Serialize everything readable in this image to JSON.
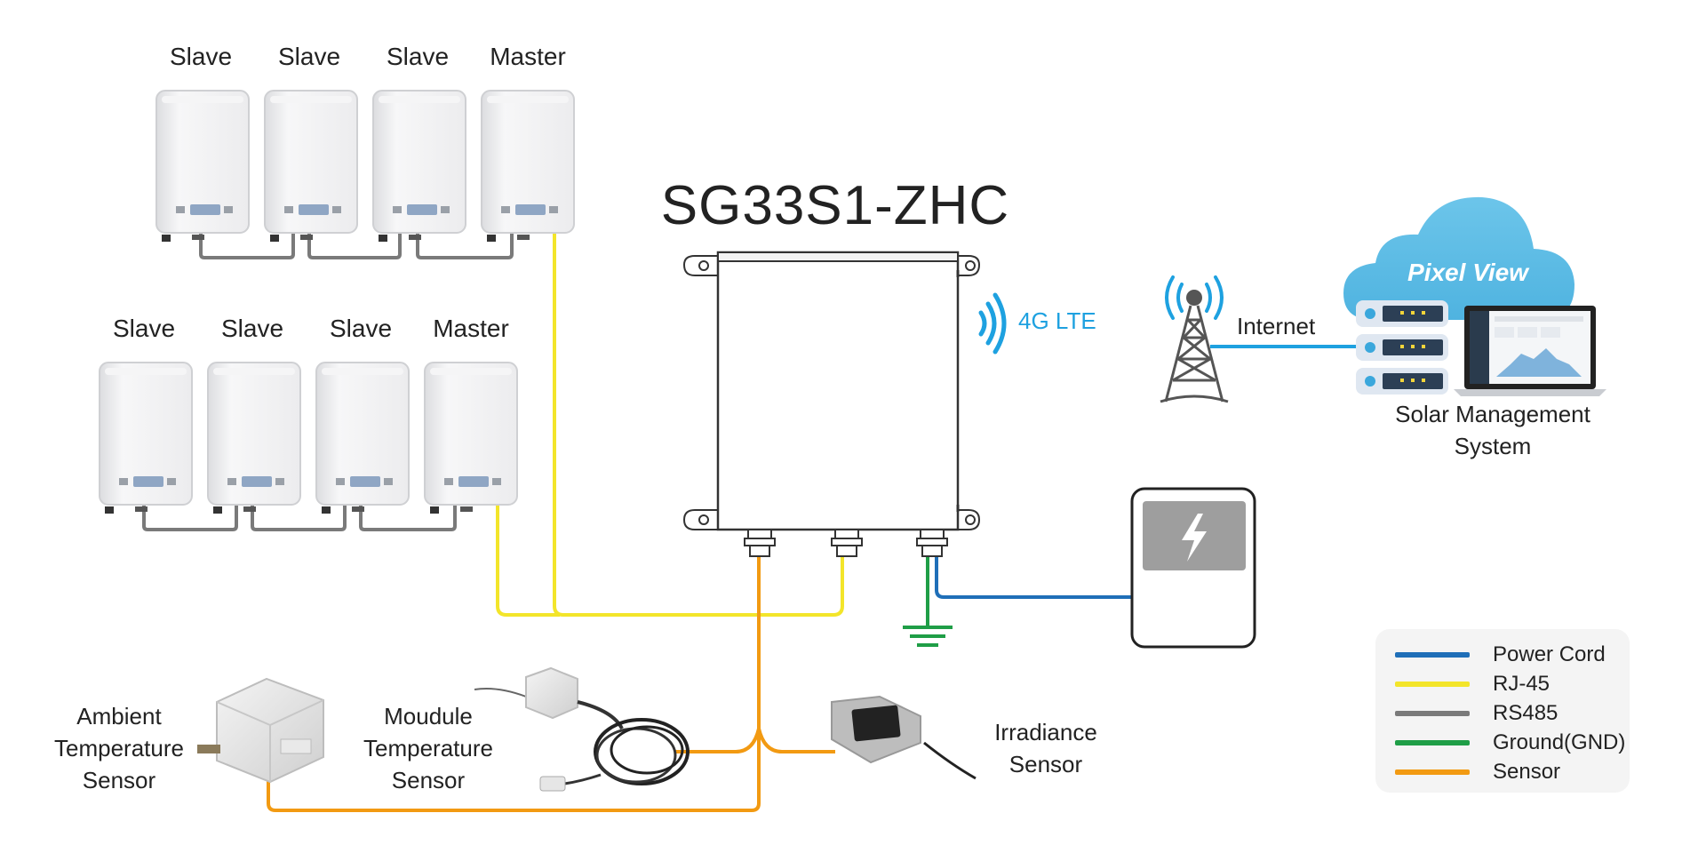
{
  "diagram": {
    "device_title": "SG33S1-ZHC",
    "inverter_rows": [
      {
        "labels": [
          "Slave",
          "Slave",
          "Slave",
          "Master"
        ]
      },
      {
        "labels": [
          "Slave",
          "Slave",
          "Slave",
          "Master"
        ]
      }
    ],
    "lte_label": "4G LTE",
    "internet_label": "Internet",
    "cloud_brand": "Pixel View",
    "sms_label_line1": "Solar Management",
    "sms_label_line2": "System",
    "sensors": {
      "ambient": [
        "Ambient",
        "Temperature",
        "Sensor"
      ],
      "module": [
        "Moudule",
        "Temperature",
        "Sensor"
      ],
      "irradiance": [
        "Irradiance",
        "Sensor"
      ]
    },
    "legend": [
      {
        "label": "Power Cord",
        "color": "#1f6fb8"
      },
      {
        "label": "RJ-45",
        "color": "#f3e52a"
      },
      {
        "label": "RS485",
        "color": "#7a7a7a"
      },
      {
        "label": "Ground(GND)",
        "color": "#1f9e47"
      },
      {
        "label": "Sensor",
        "color": "#f29a12"
      }
    ],
    "icons": [
      "inverter-icon",
      "datalogger-box-icon",
      "wifi-signal-icon",
      "cell-tower-icon",
      "cloud-icon",
      "server-icon",
      "laptop-icon",
      "power-meter-icon",
      "lightning-icon",
      "ground-icon",
      "temperature-sensor-icon",
      "irradiance-sensor-icon"
    ]
  }
}
